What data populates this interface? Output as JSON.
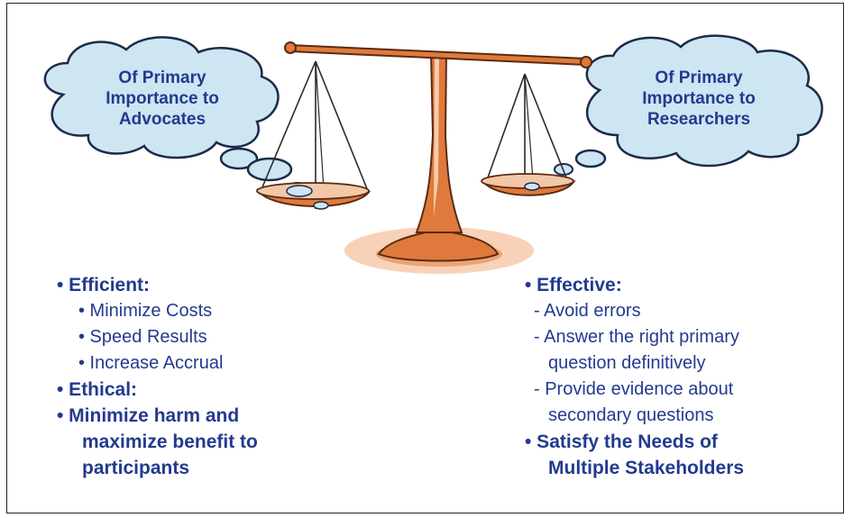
{
  "colors": {
    "text": "#233a8f",
    "cloud_fill": "#cde6f2",
    "scale_orange": "#e07a3c",
    "scale_dark": "#5a2a12"
  },
  "left_cloud": {
    "lines": [
      "Of Primary",
      "Importance to",
      "Advocates"
    ]
  },
  "right_cloud": {
    "lines": [
      "Of Primary",
      "Importance to",
      "Researchers"
    ]
  },
  "left_list": {
    "efficient": "• Efficient:",
    "efficient_items": [
      "• Minimize Costs",
      "• Speed Results",
      "• Increase Accrual"
    ],
    "ethical": "• Ethical:",
    "harm_lines": [
      "• Minimize harm and",
      "maximize benefit to",
      "participants"
    ]
  },
  "right_list": {
    "effective": "• Effective:",
    "effective_items": [
      "- Avoid errors",
      "- Answer the right primary",
      "question definitively",
      "- Provide evidence about",
      "secondary questions"
    ],
    "stakeholder_lines": [
      "• Satisfy the Needs of",
      "Multiple Stakeholders"
    ]
  }
}
